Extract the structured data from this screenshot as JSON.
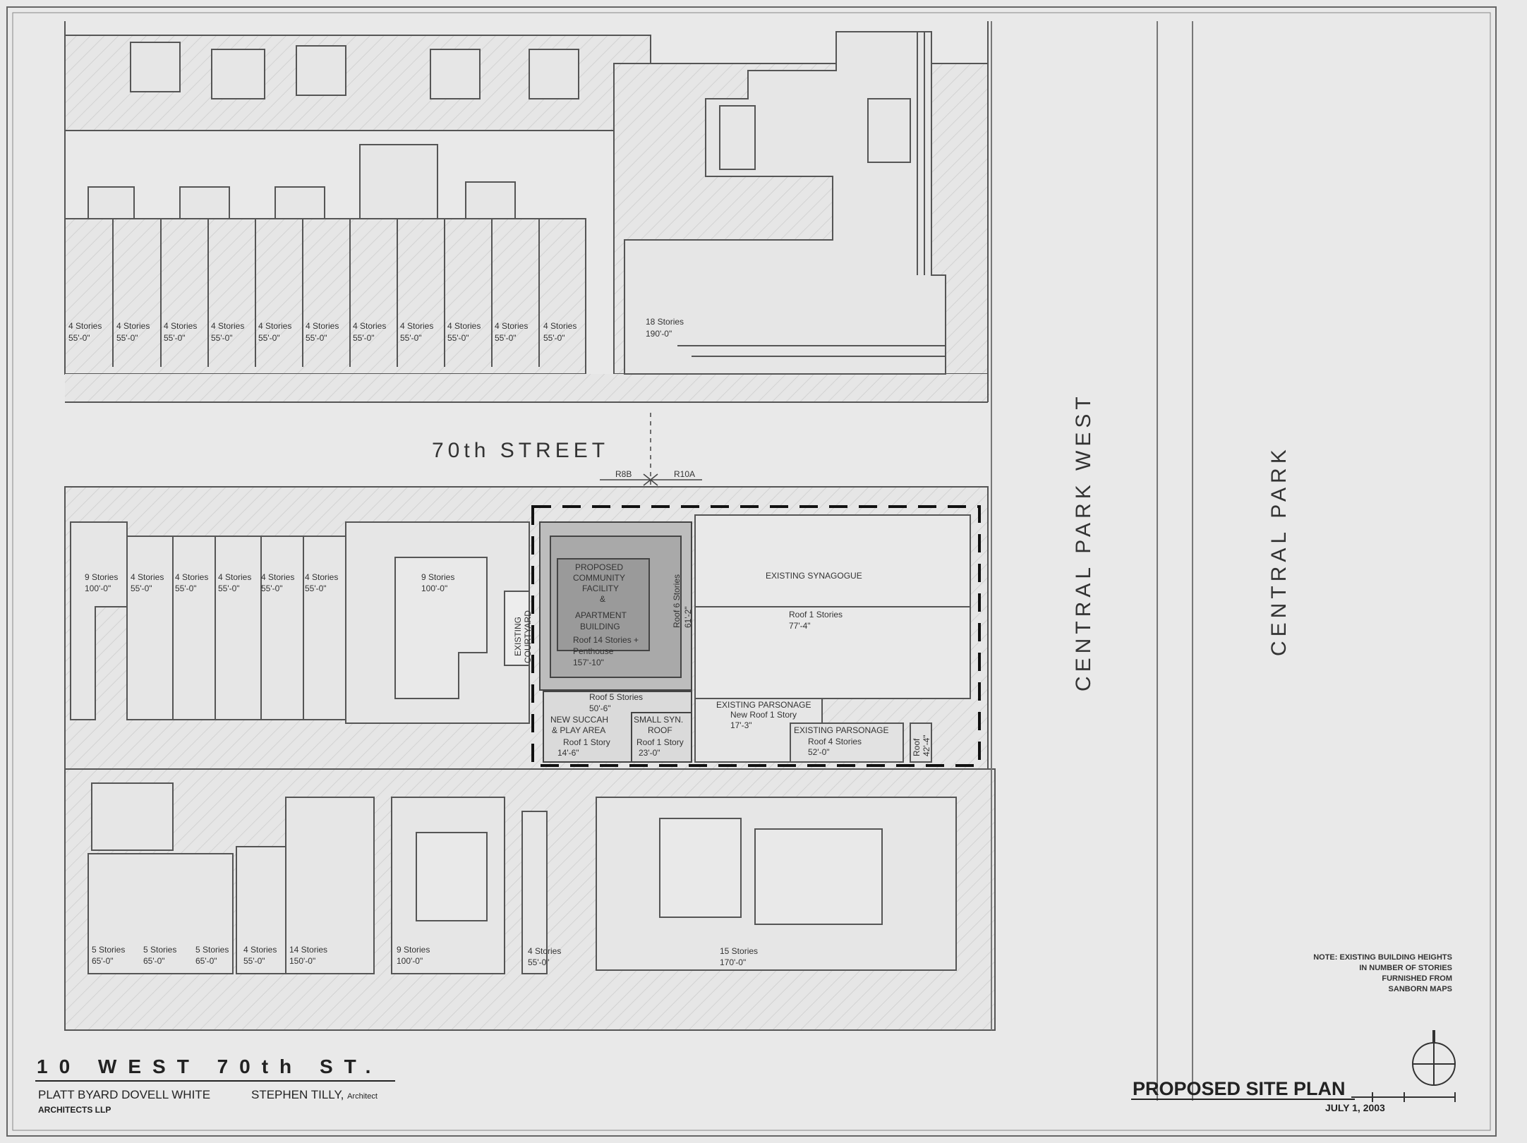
{
  "project_title": "10 WEST 70th ST.",
  "architect_firm": "PLATT BYARD DOVELL WHITE",
  "architect_firm_line2": "ARCHITECTS LLP",
  "architect_person": "STEPHEN TILLY,",
  "architect_person_role": "Architect",
  "sheet_title": "PROPOSED SITE PLAN",
  "sheet_date": "JULY 1, 2003",
  "street_labels": {
    "seventieth": "70th STREET",
    "central_park_west": "CENTRAL PARK WEST",
    "central_park": "CENTRAL PARK"
  },
  "zoning": {
    "left": "R8B",
    "right": "R10A"
  },
  "north_row_labels": [
    [
      "4 Stories",
      "55'-0\""
    ],
    [
      "4 Stories",
      "55'-0\""
    ],
    [
      "4 Stories",
      "55'-0\""
    ],
    [
      "4 Stories",
      "55'-0\""
    ],
    [
      "4 Stories",
      "55'-0\""
    ],
    [
      "4 Stories",
      "55'-0\""
    ],
    [
      "4 Stories",
      "55'-0\""
    ],
    [
      "4 Stories",
      "55'-0\""
    ],
    [
      "4 Stories",
      "55'-0\""
    ],
    [
      "4 Stories",
      "55'-0\""
    ],
    [
      "4 Stories",
      "55'-0\""
    ],
    [
      "18 Stories",
      "190'-0\""
    ]
  ],
  "middle_row_labels": [
    [
      "9 Stories",
      "100'-0\""
    ],
    [
      "4 Stories",
      "55'-0\""
    ],
    [
      "4 Stories",
      "55'-0\""
    ],
    [
      "4 Stories",
      "55'-0\""
    ],
    [
      "4 Stories",
      "55'-0\""
    ],
    [
      "4 Stories",
      "55'-0\""
    ],
    [
      "9 Stories",
      "100'-0\""
    ]
  ],
  "south_row_labels": [
    [
      "5 Stories",
      "65'-0\""
    ],
    [
      "5 Stories",
      "65'-0\""
    ],
    [
      "5 Stories",
      "65'-0\""
    ],
    [
      "4 Stories",
      "55'-0\""
    ],
    [
      "14 Stories",
      "150'-0\""
    ],
    [
      "9 Stories",
      "100'-0\""
    ],
    [
      "4 Stories",
      "55'-0\""
    ],
    [
      "15 Stories",
      "170'-0\""
    ]
  ],
  "site": {
    "existing_courtyard": [
      "EXISTING",
      "COURTYARD"
    ],
    "proposed_building": [
      "PROPOSED",
      "COMMUNITY",
      "FACILITY",
      "&",
      "APARTMENT",
      "BUILDING"
    ],
    "proposed_roof": [
      "Roof 14 Stories +",
      "Penthouse",
      "157'-10\""
    ],
    "roof_6": [
      "Roof 6 Stories",
      "61'-2\""
    ],
    "existing_synagogue": "EXISTING SYNAGOGUE",
    "synagogue_roof": [
      "Roof 1 Stories",
      "77'-4\""
    ],
    "roof_5": [
      "Roof 5 Stories",
      "50'-6\""
    ],
    "succah": [
      "NEW SUCCAH",
      "& PLAY AREA",
      "Roof 1 Story",
      "14'-6\""
    ],
    "small_syn": [
      "SMALL SYN.",
      "ROOF",
      "Roof 1 Story",
      "23'-0\""
    ],
    "parsonage_new": [
      "EXISTING PARSONAGE",
      "New Roof 1 Story",
      "17'-3\""
    ],
    "parsonage_existing": [
      "EXISTING PARSONAGE",
      "Roof 4 Stories",
      "52'-0\""
    ],
    "roof_corner": [
      "Roof",
      "42'-4\""
    ]
  },
  "note_lines": [
    "NOTE: EXISTING BUILDING HEIGHTS",
    "IN NUMBER OF STORIES",
    "FURNISHED FROM",
    "SANBORN MAPS"
  ],
  "colors": {
    "paper": "#e8e8e8",
    "line": "#555555",
    "hatch": "#cfcfcf",
    "proposed": "#9a9a9a"
  }
}
